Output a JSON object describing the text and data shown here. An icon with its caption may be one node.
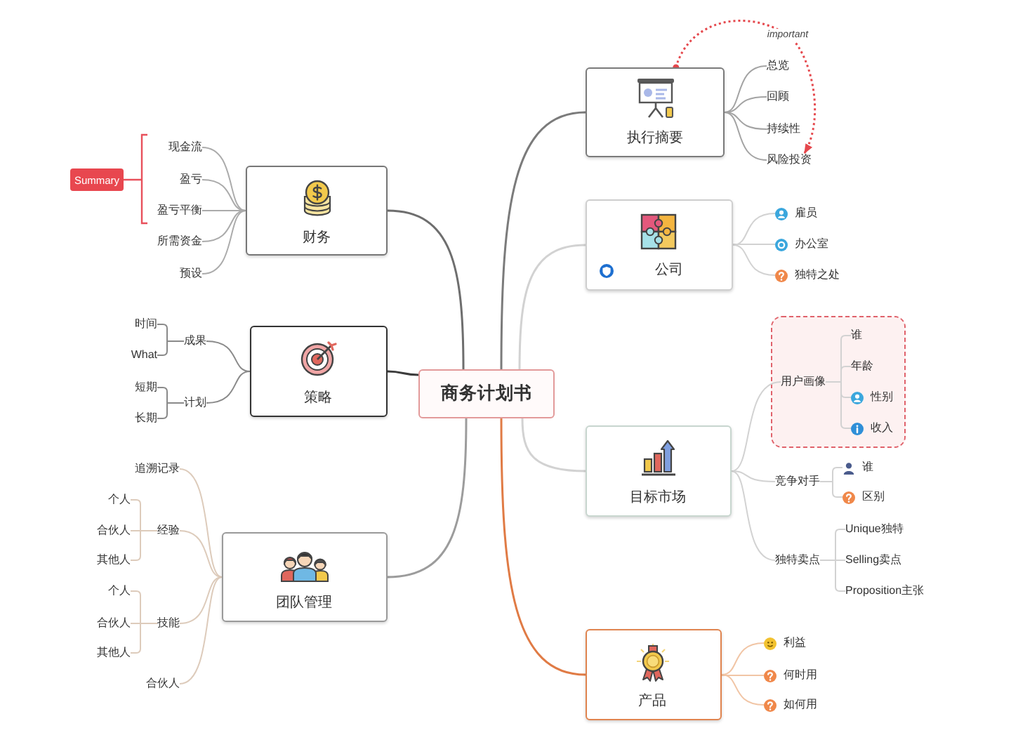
{
  "diagram": {
    "nodes": [
      {
        "text": [
          "商务计划书"
        ]
      },
      {
        "text": [
          "执行摘要"
        ]
      },
      {
        "text": [
          "总览"
        ]
      },
      {
        "text": [
          "回顾"
        ]
      },
      {
        "text": [
          "持续性"
        ]
      },
      {
        "text": [
          "风险投资"
        ]
      },
      {
        "text": [
          "公司"
        ]
      },
      {
        "text": [
          "雇员"
        ]
      },
      {
        "text": [
          "办公室"
        ]
      },
      {
        "text": [
          "独特之处"
        ]
      },
      {
        "text": [
          "目标市场"
        ]
      },
      {
        "text": [],
        "shape": "box"
      },
      {
        "text": [
          "用户画像"
        ],
        "in": 11
      },
      {
        "text": [
          "谁"
        ],
        "in": 11
      },
      {
        "text": [
          "年龄"
        ],
        "in": 11
      },
      {
        "text": [
          "性别"
        ],
        "in": 11
      },
      {
        "text": [
          "收入"
        ],
        "in": 11
      },
      {
        "text": [
          "竞争对手"
        ]
      },
      {
        "text": [
          "谁"
        ]
      },
      {
        "text": [
          "区别"
        ]
      },
      {
        "text": [
          "独特卖点"
        ]
      },
      {
        "text": [
          "Unique独特"
        ]
      },
      {
        "text": [
          "Selling卖点"
        ]
      },
      {
        "text": [
          "Proposition主张"
        ]
      },
      {
        "text": [
          "产品"
        ]
      },
      {
        "text": [
          "利益"
        ]
      },
      {
        "text": [
          "何时用"
        ]
      },
      {
        "text": [
          "如何用"
        ]
      },
      {
        "text": [
          "财务"
        ]
      },
      {
        "text": [
          "现金流"
        ]
      },
      {
        "text": [
          "盈亏"
        ]
      },
      {
        "text": [
          "盈亏平衡"
        ]
      },
      {
        "text": [
          "所需资金"
        ]
      },
      {
        "text": [
          "预设"
        ]
      },
      {
        "text": [
          "Summary"
        ]
      },
      {
        "text": [
          "策略"
        ]
      },
      {
        "text": [
          "成果"
        ]
      },
      {
        "text": [
          "时间"
        ]
      },
      {
        "text": [
          "What"
        ]
      },
      {
        "text": [
          "计划"
        ]
      },
      {
        "text": [
          "短期"
        ]
      },
      {
        "text": [
          "长期"
        ]
      },
      {
        "text": [
          "团队管理"
        ]
      },
      {
        "text": [
          "追溯记录"
        ]
      },
      {
        "text": [
          "经验"
        ]
      },
      {
        "text": [
          "个人"
        ]
      },
      {
        "text": [
          "合伙人"
        ]
      },
      {
        "text": [
          "其他人"
        ]
      },
      {
        "text": [
          "技能"
        ]
      },
      {
        "text": [
          "个人"
        ]
      },
      {
        "text": [
          "合伙人"
        ]
      },
      {
        "text": [
          "其他人"
        ]
      },
      {
        "text": [
          "合伙人"
        ]
      }
    ],
    "edges": [
      {
        "from": 0,
        "to": 1,
        "arrow": "none",
        "color": "#7b7b7b"
      },
      {
        "from": 1,
        "to": 2,
        "arrow": "none",
        "color": "#a3a3a3"
      },
      {
        "from": 1,
        "to": 3,
        "arrow": "none",
        "color": "#a3a3a3"
      },
      {
        "from": 1,
        "to": 4,
        "arrow": "none",
        "color": "#a3a3a3"
      },
      {
        "from": 1,
        "to": 5,
        "arrow": "none",
        "color": "#a3a3a3"
      },
      {
        "from": 0,
        "to": 6,
        "arrow": "none"
      },
      {
        "from": 6,
        "to": 7,
        "arrow": "none"
      },
      {
        "from": 6,
        "to": 8,
        "arrow": "none"
      },
      {
        "from": 6,
        "to": 9,
        "arrow": "none"
      },
      {
        "from": 0,
        "to": 10,
        "arrow": "none"
      },
      {
        "from": 10,
        "to": 12,
        "arrow": "none"
      },
      {
        "from": 10,
        "to": 17,
        "arrow": "none"
      },
      {
        "from": 10,
        "to": 20,
        "arrow": "none"
      },
      {
        "from": 12,
        "to": 13,
        "arrow": "none"
      },
      {
        "from": 12,
        "to": 14,
        "arrow": "none"
      },
      {
        "from": 12,
        "to": 15,
        "arrow": "none"
      },
      {
        "from": 12,
        "to": 16,
        "arrow": "none"
      },
      {
        "from": 17,
        "to": 18,
        "arrow": "none"
      },
      {
        "from": 17,
        "to": 19,
        "arrow": "none"
      },
      {
        "from": 20,
        "to": 21,
        "arrow": "none"
      },
      {
        "from": 20,
        "to": 22,
        "arrow": "none"
      },
      {
        "from": 20,
        "to": 23,
        "arrow": "none"
      },
      {
        "from": 0,
        "to": 24,
        "arrow": "none",
        "color": "#e07b45"
      },
      {
        "from": 24,
        "to": 25,
        "arrow": "none",
        "color": "#f1c5a5"
      },
      {
        "from": 24,
        "to": 26,
        "arrow": "none",
        "color": "#f1c5a5"
      },
      {
        "from": 24,
        "to": 27,
        "arrow": "none",
        "color": "#f1c5a5"
      },
      {
        "from": 0,
        "to": 28,
        "arrow": "none",
        "color": "#6e6e6e"
      },
      {
        "from": 28,
        "to": 29,
        "arrow": "none",
        "color": "#ababab"
      },
      {
        "from": 28,
        "to": 30,
        "arrow": "none",
        "color": "#ababab"
      },
      {
        "from": 28,
        "to": 31,
        "arrow": "none",
        "color": "#ababab"
      },
      {
        "from": 28,
        "to": 32,
        "arrow": "none",
        "color": "#ababab"
      },
      {
        "from": 28,
        "to": 33,
        "arrow": "none",
        "color": "#ababab"
      },
      {
        "from": 0,
        "to": 35,
        "arrow": "none",
        "color": "#3c3c3c"
      },
      {
        "from": 35,
        "to": 36,
        "arrow": "none",
        "color": "#8a8a8a"
      },
      {
        "from": 35,
        "to": 39,
        "arrow": "none",
        "color": "#8a8a8a"
      },
      {
        "from": 36,
        "to": 37,
        "arrow": "none",
        "color": "#8a8a8a"
      },
      {
        "from": 36,
        "to": 38,
        "arrow": "none",
        "color": "#8a8a8a"
      },
      {
        "from": 39,
        "to": 40,
        "arrow": "none",
        "color": "#8a8a8a"
      },
      {
        "from": 39,
        "to": 41,
        "arrow": "none",
        "color": "#8a8a8a"
      },
      {
        "from": 0,
        "to": 42,
        "arrow": "none",
        "color": "#9c9c9c"
      },
      {
        "from": 42,
        "to": 43,
        "arrow": "none",
        "color": "#ddcbbb"
      },
      {
        "from": 42,
        "to": 44,
        "arrow": "none",
        "color": "#ddcbbb"
      },
      {
        "from": 42,
        "to": 48,
        "arrow": "none",
        "color": "#ddcbbb"
      },
      {
        "from": 42,
        "to": 52,
        "arrow": "none",
        "color": "#ddcbbb"
      },
      {
        "from": 44,
        "to": 45,
        "arrow": "none",
        "color": "#ddcbbb"
      },
      {
        "from": 44,
        "to": 46,
        "arrow": "none",
        "color": "#ddcbbb"
      },
      {
        "from": 44,
        "to": 47,
        "arrow": "none",
        "color": "#ddcbbb"
      },
      {
        "from": 48,
        "to": 49,
        "arrow": "none",
        "color": "#ddcbbb"
      },
      {
        "from": 48,
        "to": 50,
        "arrow": "none",
        "color": "#ddcbbb"
      },
      {
        "from": 48,
        "to": 51,
        "arrow": "none",
        "color": "#ddcbbb"
      },
      {
        "from": 1,
        "to": 5,
        "arrow": "to",
        "label": "important",
        "style": "dashed",
        "color": "#e5484d"
      }
    ]
  }
}
